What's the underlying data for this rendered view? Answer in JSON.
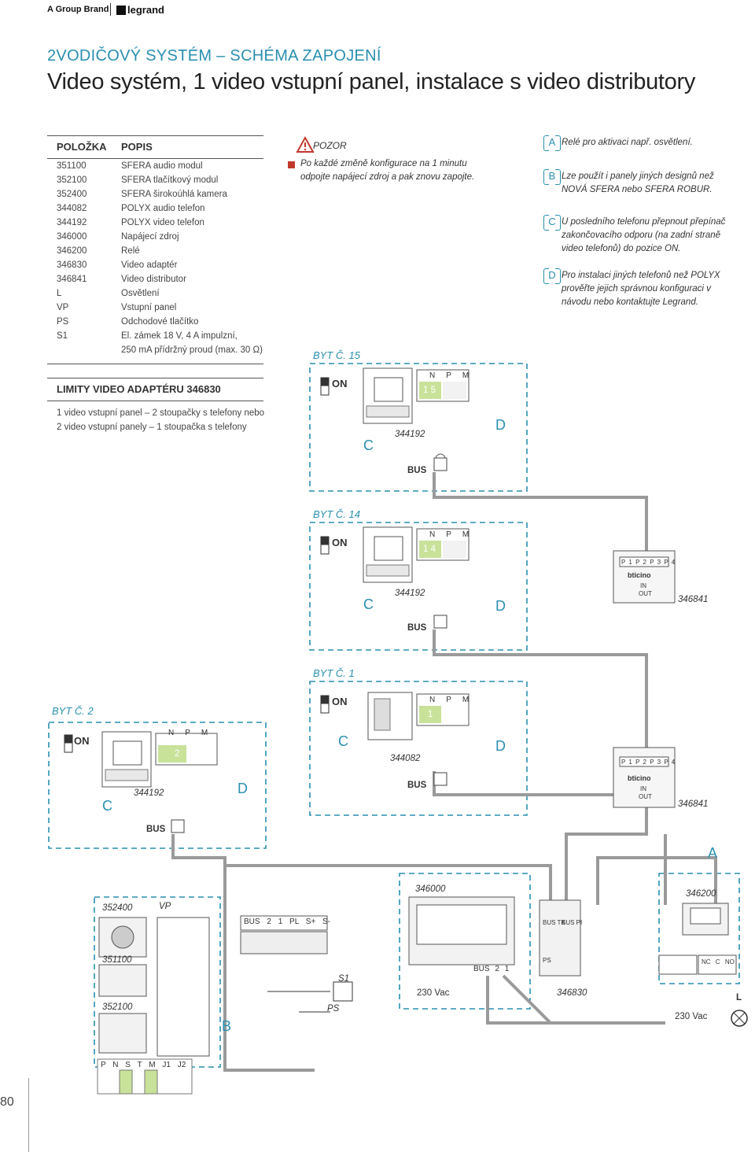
{
  "header": {
    "brand_prefix": "A Group Brand",
    "brand": "legrand"
  },
  "kicker": "2VODIČOVÝ SYSTÉM – SCHÉMA ZAPOJENÍ",
  "title": "Video systém, 1 video vstupní panel, instalace s video distributory",
  "table": {
    "col_item": "POLOŽKA",
    "col_desc": "POPIS",
    "rows": [
      {
        "code": "351100",
        "desc": "SFERA audio modul"
      },
      {
        "code": "352100",
        "desc": "SFERA tlačítkový modul"
      },
      {
        "code": "352400",
        "desc": "SFERA širokoúhlá kamera"
      },
      {
        "code": "344082",
        "desc": "POLYX audio telefon"
      },
      {
        "code": "344192",
        "desc": "POLYX video telefon"
      },
      {
        "code": "346000",
        "desc": "Napájecí zdroj"
      },
      {
        "code": "346200",
        "desc": "Relé"
      },
      {
        "code": "346830",
        "desc": "Video adaptér"
      },
      {
        "code": "346841",
        "desc": "Video distributor"
      },
      {
        "code": "L",
        "desc": "Osvětlení"
      },
      {
        "code": "VP",
        "desc": "Vstupní panel"
      },
      {
        "code": "PS",
        "desc": "Odchodové tlačítko"
      },
      {
        "code": "S1",
        "desc": "El. zámek 18 V, 4 A impulzní,"
      },
      {
        "code": "",
        "desc": "250 mA přídržný proud (max. 30 Ω)"
      }
    ]
  },
  "limits": {
    "title": "LIMITY VIDEO ADAPTÉRU 346830",
    "line1": "1 video vstupní panel – 2 stoupačky s telefony nebo",
    "line2": "2 video vstupní panely – 1 stoupačka s telefony"
  },
  "warning": {
    "title": "POZOR",
    "text": "Po každé změně konfigurace na 1 minutu odpojte napájecí zdroj a pak znovu zapojte."
  },
  "notes": [
    {
      "letter": "A",
      "text": "Relé pro aktivaci např. osvětlení."
    },
    {
      "letter": "B",
      "text": "Lze použít i panely jiných designů než NOVÁ SFERA nebo SFERA ROBUR."
    },
    {
      "letter": "C",
      "text": "U posledního telefonu přepnout přepínač zakončovacího odporu (na zadní straně video telefonů) do pozice ON."
    },
    {
      "letter": "D",
      "text": "Pro instalaci jiných telefonů než POLYX prověřte jejich správnou konfiguraci v návodu nebo kontaktujte Legrand."
    }
  ],
  "diagram": {
    "byt15": "BYT Č. 15",
    "byt14": "BYT Č. 14",
    "byt1": "BYT Č. 1",
    "byt2": "BYT Č. 2",
    "on": "ON",
    "bus": "BUS",
    "npm": [
      "N",
      "P",
      "M"
    ],
    "num15": "1 5",
    "num14": "1 4",
    "num1": "1",
    "num2": "2",
    "p344192": "344192",
    "p344082": "344082",
    "p346841": "346841",
    "p346000": "346000",
    "p346200": "346200",
    "p346830": "346830",
    "p352400": "352400",
    "p351100": "351100",
    "p352100": "352100",
    "vp": "VP",
    "s1": "S1",
    "ps": "PS",
    "vac": "230 Vac",
    "l": "L",
    "terms": [
      "BUS",
      "2",
      "1",
      "PL",
      "S+",
      "S-"
    ],
    "adapter_terms": [
      "BUS",
      "2",
      "1"
    ],
    "ps_label": "PS",
    "busTK": "BUS TK",
    "busPI": "BUS PI",
    "relay_terms": [
      "NC",
      "C",
      "NO"
    ],
    "dist_terms": [
      "P 1",
      "P 2",
      "P 3",
      "P 4"
    ],
    "dist_in": "IN",
    "dist_out": "OUT",
    "dist_brand": "bticino",
    "bottom_table": [
      "P",
      "N",
      "S",
      "T",
      "M",
      "J1",
      "J2"
    ]
  },
  "page_number": "80"
}
